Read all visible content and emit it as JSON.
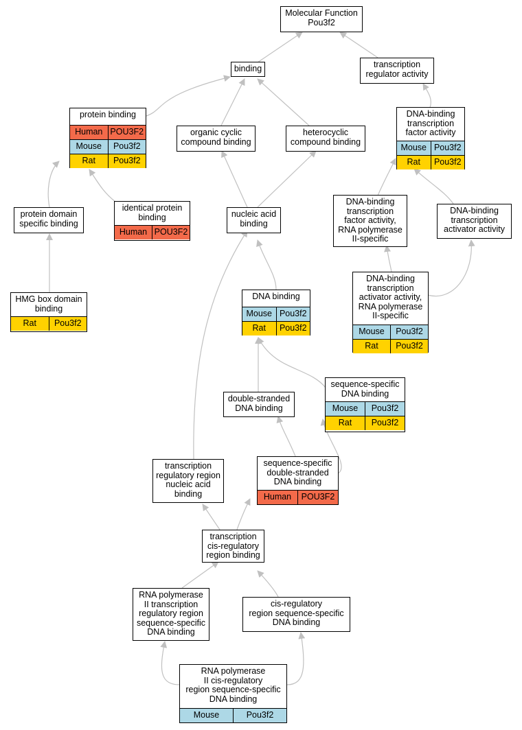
{
  "colors": {
    "Human": "#f36a4a",
    "Mouse": "#add8e6",
    "Rat": "#ffd200",
    "edge": "#c0c0c0"
  },
  "nodes": [
    {
      "id": "mf",
      "label": "Molecular Function\nPou3f2",
      "rows": []
    },
    {
      "id": "binding",
      "label": "binding",
      "rows": []
    },
    {
      "id": "tra",
      "label": "transcription\nregulator activity",
      "rows": []
    },
    {
      "id": "pb",
      "label": "protein binding",
      "rows": [
        [
          "Human",
          "POU3F2"
        ],
        [
          "Mouse",
          "Pou3f2"
        ],
        [
          "Rat",
          "Pou3f2"
        ]
      ]
    },
    {
      "id": "occb",
      "label": "organic cyclic\ncompound binding",
      "rows": []
    },
    {
      "id": "hcb",
      "label": "heterocyclic\ncompound binding",
      "rows": []
    },
    {
      "id": "dbtfa",
      "label": "DNA-binding\ntranscription\nfactor activity",
      "rows": [
        [
          "Mouse",
          "Pou3f2"
        ],
        [
          "Rat",
          "Pou3f2"
        ]
      ]
    },
    {
      "id": "pdsb",
      "label": "protein domain\nspecific binding",
      "rows": []
    },
    {
      "id": "ipb",
      "label": "identical protein\nbinding",
      "rows": [
        [
          "Human",
          "POU3F2"
        ]
      ]
    },
    {
      "id": "nab",
      "label": "nucleic acid\nbinding",
      "rows": []
    },
    {
      "id": "dbtfa2",
      "label": "DNA-binding\ntranscription\nfactor activity,\nRNA polymerase\nII-specific",
      "rows": []
    },
    {
      "id": "dbtaa",
      "label": "DNA-binding\ntranscription\nactivator activity",
      "rows": []
    },
    {
      "id": "hmg",
      "label": "HMG box domain\nbinding",
      "rows": [
        [
          "Rat",
          "Pou3f2"
        ]
      ]
    },
    {
      "id": "dnab",
      "label": "DNA binding",
      "rows": [
        [
          "Mouse",
          "Pou3f2"
        ],
        [
          "Rat",
          "Pou3f2"
        ]
      ]
    },
    {
      "id": "dbtaa2",
      "label": "DNA-binding\ntranscription\nactivator activity,\nRNA polymerase\nII-specific",
      "rows": [
        [
          "Mouse",
          "Pou3f2"
        ],
        [
          "Rat",
          "Pou3f2"
        ]
      ]
    },
    {
      "id": "dsdb",
      "label": "double-stranded\nDNA binding",
      "rows": []
    },
    {
      "id": "ssdb",
      "label": "sequence-specific\nDNA binding",
      "rows": [
        [
          "Mouse",
          "Pou3f2"
        ],
        [
          "Rat",
          "Pou3f2"
        ]
      ]
    },
    {
      "id": "trrnab",
      "label": "transcription\nregulatory region\nnucleic acid\nbinding",
      "rows": []
    },
    {
      "id": "ssdsdb",
      "label": "sequence-specific\ndouble-stranded\nDNA binding",
      "rows": [
        [
          "Human",
          "POU3F2"
        ]
      ]
    },
    {
      "id": "tcrrb",
      "label": "transcription\ncis-regulatory\nregion binding",
      "rows": []
    },
    {
      "id": "rp2",
      "label": "RNA polymerase\nII transcription\nregulatory region\nsequence-specific\nDNA binding",
      "rows": []
    },
    {
      "id": "crssdb",
      "label": "cis-regulatory\nregion sequence-specific\nDNA binding",
      "rows": []
    },
    {
      "id": "rp2cis",
      "label": "RNA polymerase\nII cis-regulatory\nregion sequence-specific\nDNA binding",
      "rows": [
        [
          "Mouse",
          "Pou3f2"
        ]
      ]
    }
  ]
}
